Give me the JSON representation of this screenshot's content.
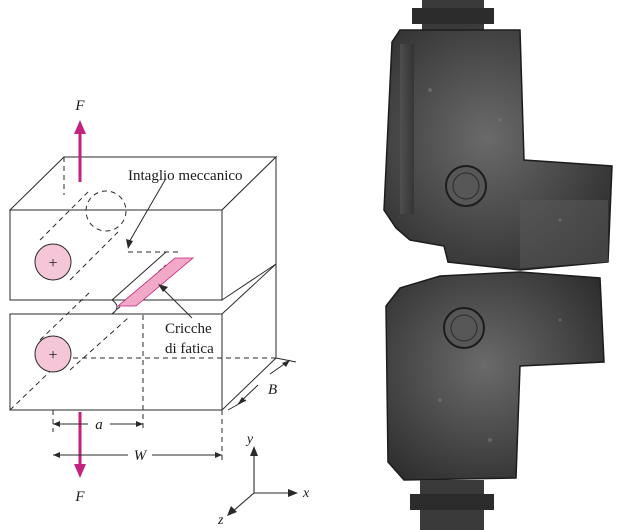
{
  "labels": {
    "force_top": "F",
    "force_bottom": "F",
    "notch": "Intaglio meccanico",
    "cracks_line1": "Cricche",
    "cracks_line2": "di fatica",
    "dim_a": "a",
    "dim_W": "W",
    "dim_B": "B",
    "pin_symbol_top": "+",
    "pin_symbol_bottom": "+",
    "axis_x": "x",
    "axis_y": "y",
    "axis_z": "z"
  },
  "colors": {
    "force_arrow": "#c3227e",
    "pin_fill": "#f4c6d8",
    "crack_fill": "#f2a9c7",
    "line": "#2a2a2a",
    "photo_metal": "#3f3f3f"
  }
}
